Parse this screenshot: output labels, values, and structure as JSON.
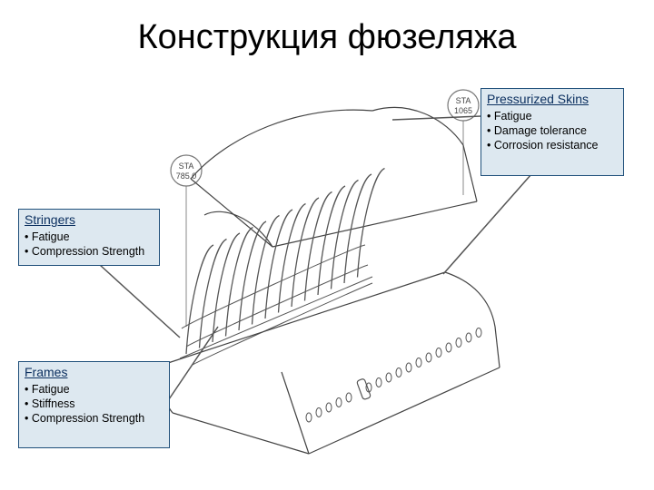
{
  "title": "Конструкция фюзеляжа",
  "stations": {
    "left": [
      "STA",
      "785.0"
    ],
    "right": [
      "STA",
      "1065"
    ]
  },
  "callouts": {
    "pressurized": {
      "heading": "Pressurized Skins",
      "items": [
        "• Fatigue",
        "• Damage tolerance",
        "• Corrosion resistance"
      ]
    },
    "stringers": {
      "heading": "Stringers",
      "items": [
        "• Fatigue",
        "• Compression Strength"
      ]
    },
    "frames": {
      "heading": "Frames",
      "items": [
        "• Fatigue",
        "• Stiffness",
        "• Compression Strength"
      ]
    }
  },
  "colors": {
    "callout_fill": "#dde8f0",
    "callout_border": "#1f4f7a",
    "heading_text": "#0c3060",
    "leader": "#555555"
  }
}
